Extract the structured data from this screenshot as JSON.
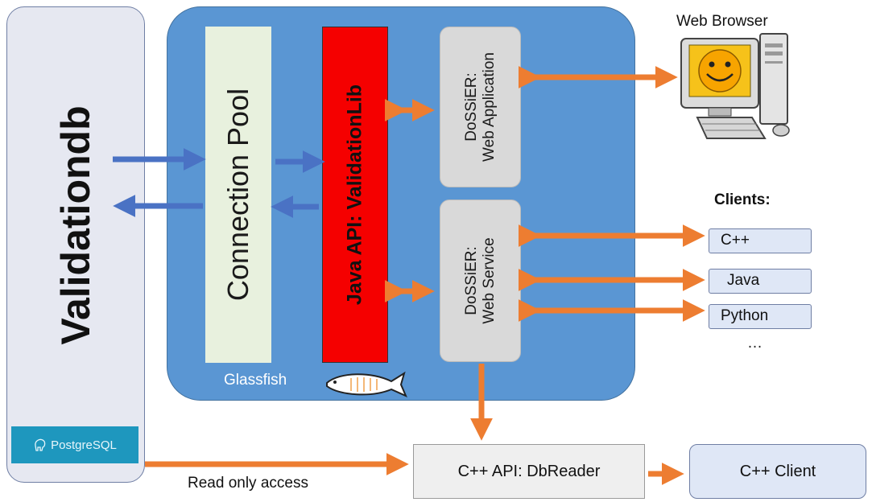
{
  "validationdb": {
    "label": "Validationdb",
    "pg_logo_text": "PostgreSQL"
  },
  "glassfish": {
    "label": "Glassfish"
  },
  "connection_pool": {
    "label": "Connection Pool"
  },
  "java_api": {
    "label": "Java API: ValidationLib"
  },
  "dossier_webapp": {
    "line1": "DoSSiER:",
    "line2": "Web Application"
  },
  "dossier_webservice": {
    "line1": "DoSSiER:",
    "line2": "Web Service"
  },
  "web_browser": {
    "label": "Web Browser"
  },
  "clients": {
    "heading": "Clients:",
    "items": [
      "C++",
      "Java",
      "Python"
    ],
    "ellipsis": "…"
  },
  "dbreader": {
    "label": "C++ API: DbReader"
  },
  "cpp_client": {
    "label": "C++ Client"
  },
  "read_only": {
    "label": "Read only access"
  },
  "colors": {
    "blue_arrow": "#4a72c4",
    "orange_arrow": "#ed7d31",
    "glassfish": "#5a96d3",
    "java_api": "#f50000"
  }
}
